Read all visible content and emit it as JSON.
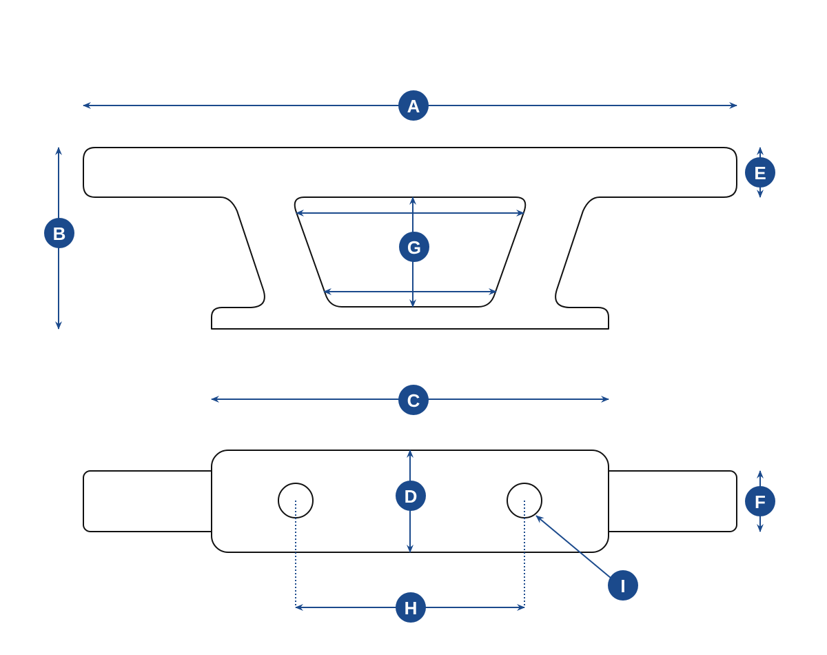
{
  "colors": {
    "accent": "#1b4a8c",
    "outline": "#111111",
    "background": "#ffffff"
  },
  "labels": {
    "a": "A",
    "b": "B",
    "c": "C",
    "d": "D",
    "e": "E",
    "f": "F",
    "g": "G",
    "h": "H",
    "i": "I"
  }
}
